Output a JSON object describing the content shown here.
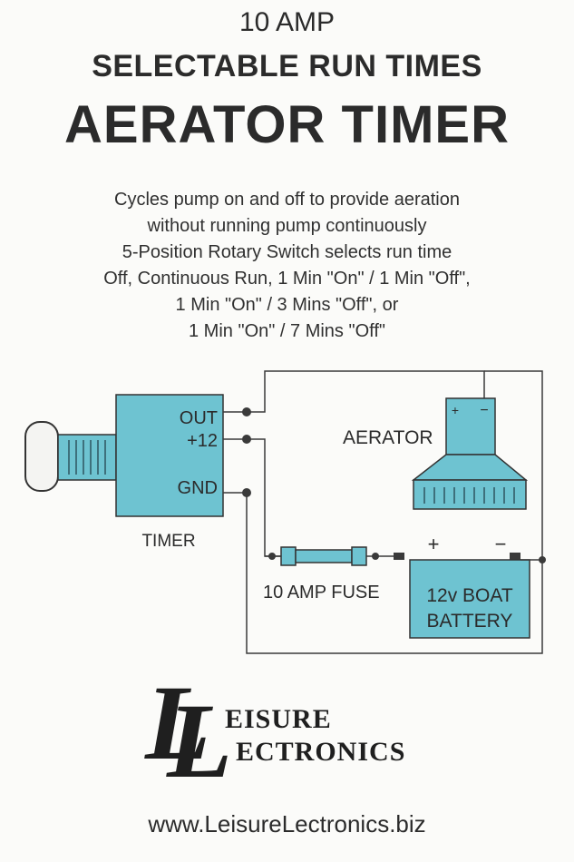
{
  "header": {
    "line1": "10 AMP",
    "line2": "SELECTABLE RUN TIMES",
    "line3": "AERATOR TIMER"
  },
  "description": {
    "lines": [
      "Cycles pump on and off to provide aeration",
      "without running pump continuously",
      "5-Position Rotary Switch selects run time",
      "Off, Continuous Run, 1 Min \"On\" / 1 Min \"Off\",",
      "1 Min \"On\" / 3 Mins \"Off\", or",
      "1 Min \"On\" / 7 Mins \"Off\""
    ]
  },
  "diagram": {
    "timer_label": "TIMER",
    "terminal_out": "OUT",
    "terminal_12": "+12",
    "terminal_gnd": "GND",
    "aerator_label": "AERATOR",
    "aerator_plus": "+",
    "aerator_minus": "−",
    "fuse_label": "10 AMP FUSE",
    "battery_line1": "12v BOAT",
    "battery_line2": "BATTERY",
    "battery_plus": "+",
    "battery_minus": "−"
  },
  "logo": {
    "word1": "EISURE",
    "word2": "ECTRONICS",
    "letter": "L"
  },
  "footer": {
    "url": "www.LeisureLectronics.biz"
  },
  "colors": {
    "component_fill": "#6ec3d1",
    "ink": "#2b2b2b",
    "background": "#fbfbf9"
  }
}
